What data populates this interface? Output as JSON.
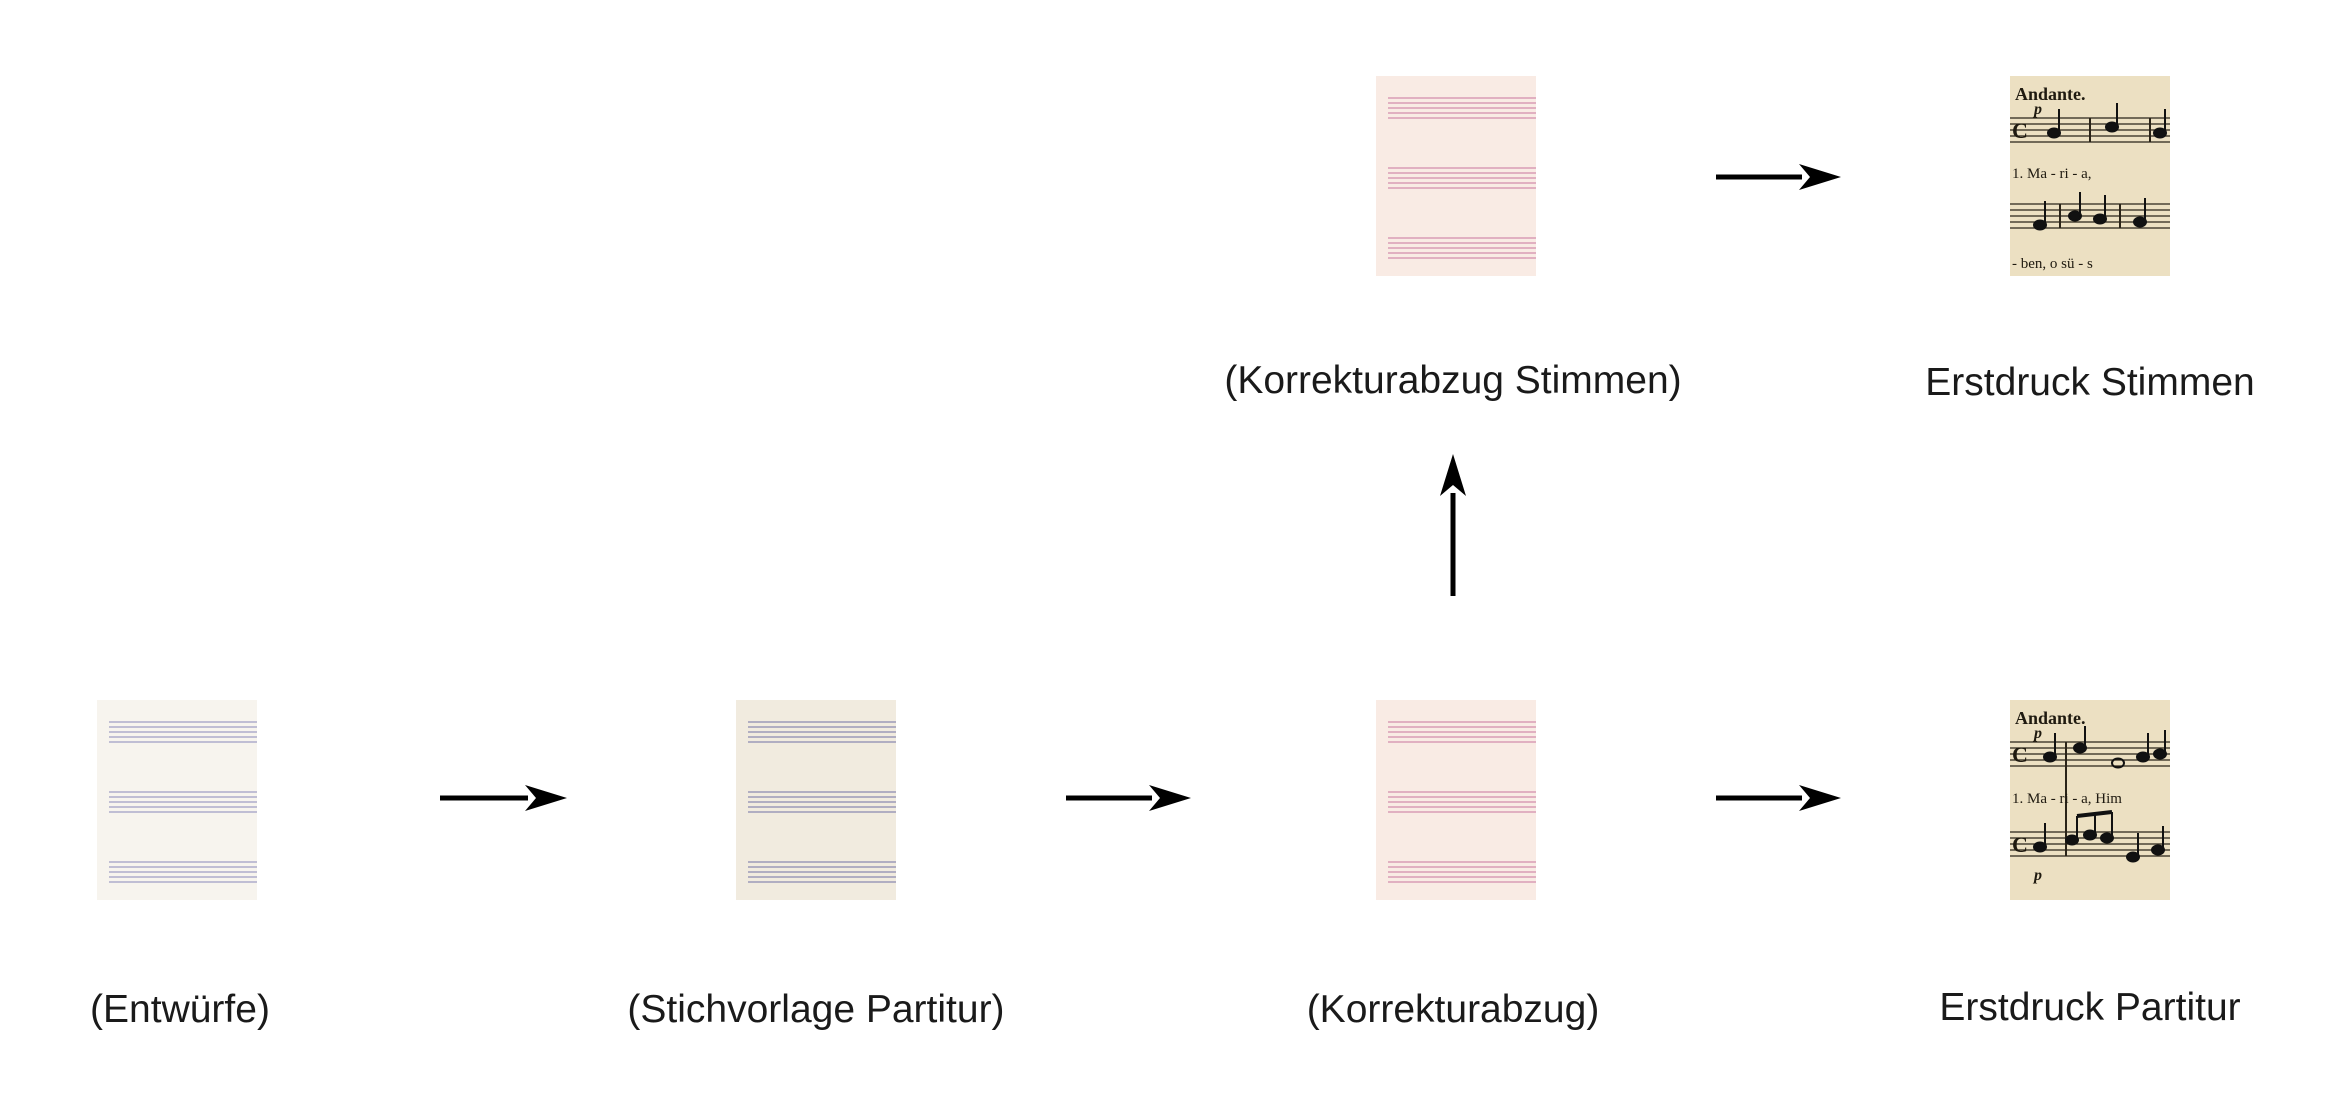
{
  "nodes": [
    {
      "id": "entwuerfe",
      "label": "(Entwürfe)",
      "thumb": "blank-staff-paper-gray"
    },
    {
      "id": "stichvorlage",
      "label": "(Stichvorlage Partitur)",
      "thumb": "blank-staff-paper-gray-warm"
    },
    {
      "id": "korrekturabzug",
      "label": "(Korrekturabzug)",
      "thumb": "blank-staff-paper-pink"
    },
    {
      "id": "erstdruck-partitur",
      "label": "Erstdruck Partitur",
      "thumb": "printed-score-page"
    },
    {
      "id": "korrekturabzug-stimmen",
      "label": "(Korrekturabzug Stimmen)",
      "thumb": "blank-staff-paper-pink"
    },
    {
      "id": "erstdruck-stimmen",
      "label": "Erstdruck Stimmen",
      "thumb": "printed-parts-page"
    }
  ],
  "edges": [
    {
      "from": "entwuerfe",
      "to": "stichvorlage"
    },
    {
      "from": "stichvorlage",
      "to": "korrekturabzug"
    },
    {
      "from": "korrekturabzug",
      "to": "erstdruck-partitur"
    },
    {
      "from": "korrekturabzug",
      "to": "korrekturabzug-stimmen"
    },
    {
      "from": "korrekturabzug-stimmen",
      "to": "erstdruck-stimmen"
    }
  ],
  "thumb_text": {
    "tempo": "Andante.",
    "dynamic": "p",
    "clef": "C",
    "partitur_lyric_1": "1. Ma - ri - a, Him",
    "stimmen_lyric_1": "1. Ma - ri - a,",
    "stimmen_lyric_2": "- ben, o sü - s"
  },
  "colors": {
    "gray_paper": "#f7f4ee",
    "gray_staff": "#aeaccb",
    "warm_paper": "#f1ebdf",
    "warm_staff": "#9c9ab8",
    "pink_paper": "#f9ebe4",
    "pink_staff": "#d99db5",
    "print_paper": "#ece0c2",
    "ink": "#111111"
  }
}
